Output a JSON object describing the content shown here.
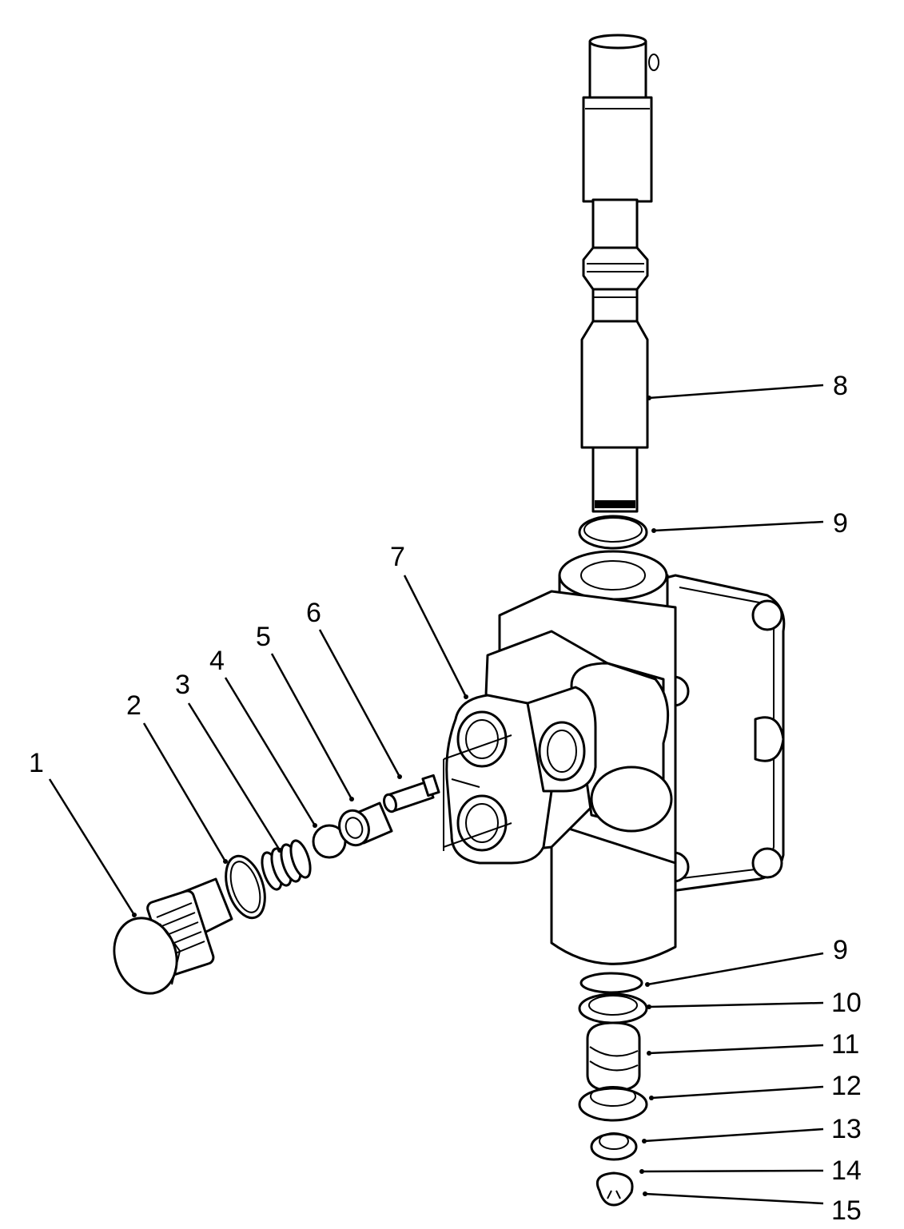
{
  "callouts": [
    {
      "id": "1",
      "text": "1"
    },
    {
      "id": "2",
      "text": "2"
    },
    {
      "id": "3",
      "text": "3"
    },
    {
      "id": "4",
      "text": "4"
    },
    {
      "id": "5",
      "text": "5"
    },
    {
      "id": "6",
      "text": "6"
    },
    {
      "id": "7",
      "text": "7"
    },
    {
      "id": "8",
      "text": "8"
    },
    {
      "id": "9a",
      "text": "9"
    },
    {
      "id": "9b",
      "text": "9"
    },
    {
      "id": "10",
      "text": "10"
    },
    {
      "id": "11",
      "text": "11"
    },
    {
      "id": "12",
      "text": "12"
    },
    {
      "id": "13",
      "text": "13"
    },
    {
      "id": "14",
      "text": "14"
    },
    {
      "id": "15",
      "text": "15"
    }
  ]
}
